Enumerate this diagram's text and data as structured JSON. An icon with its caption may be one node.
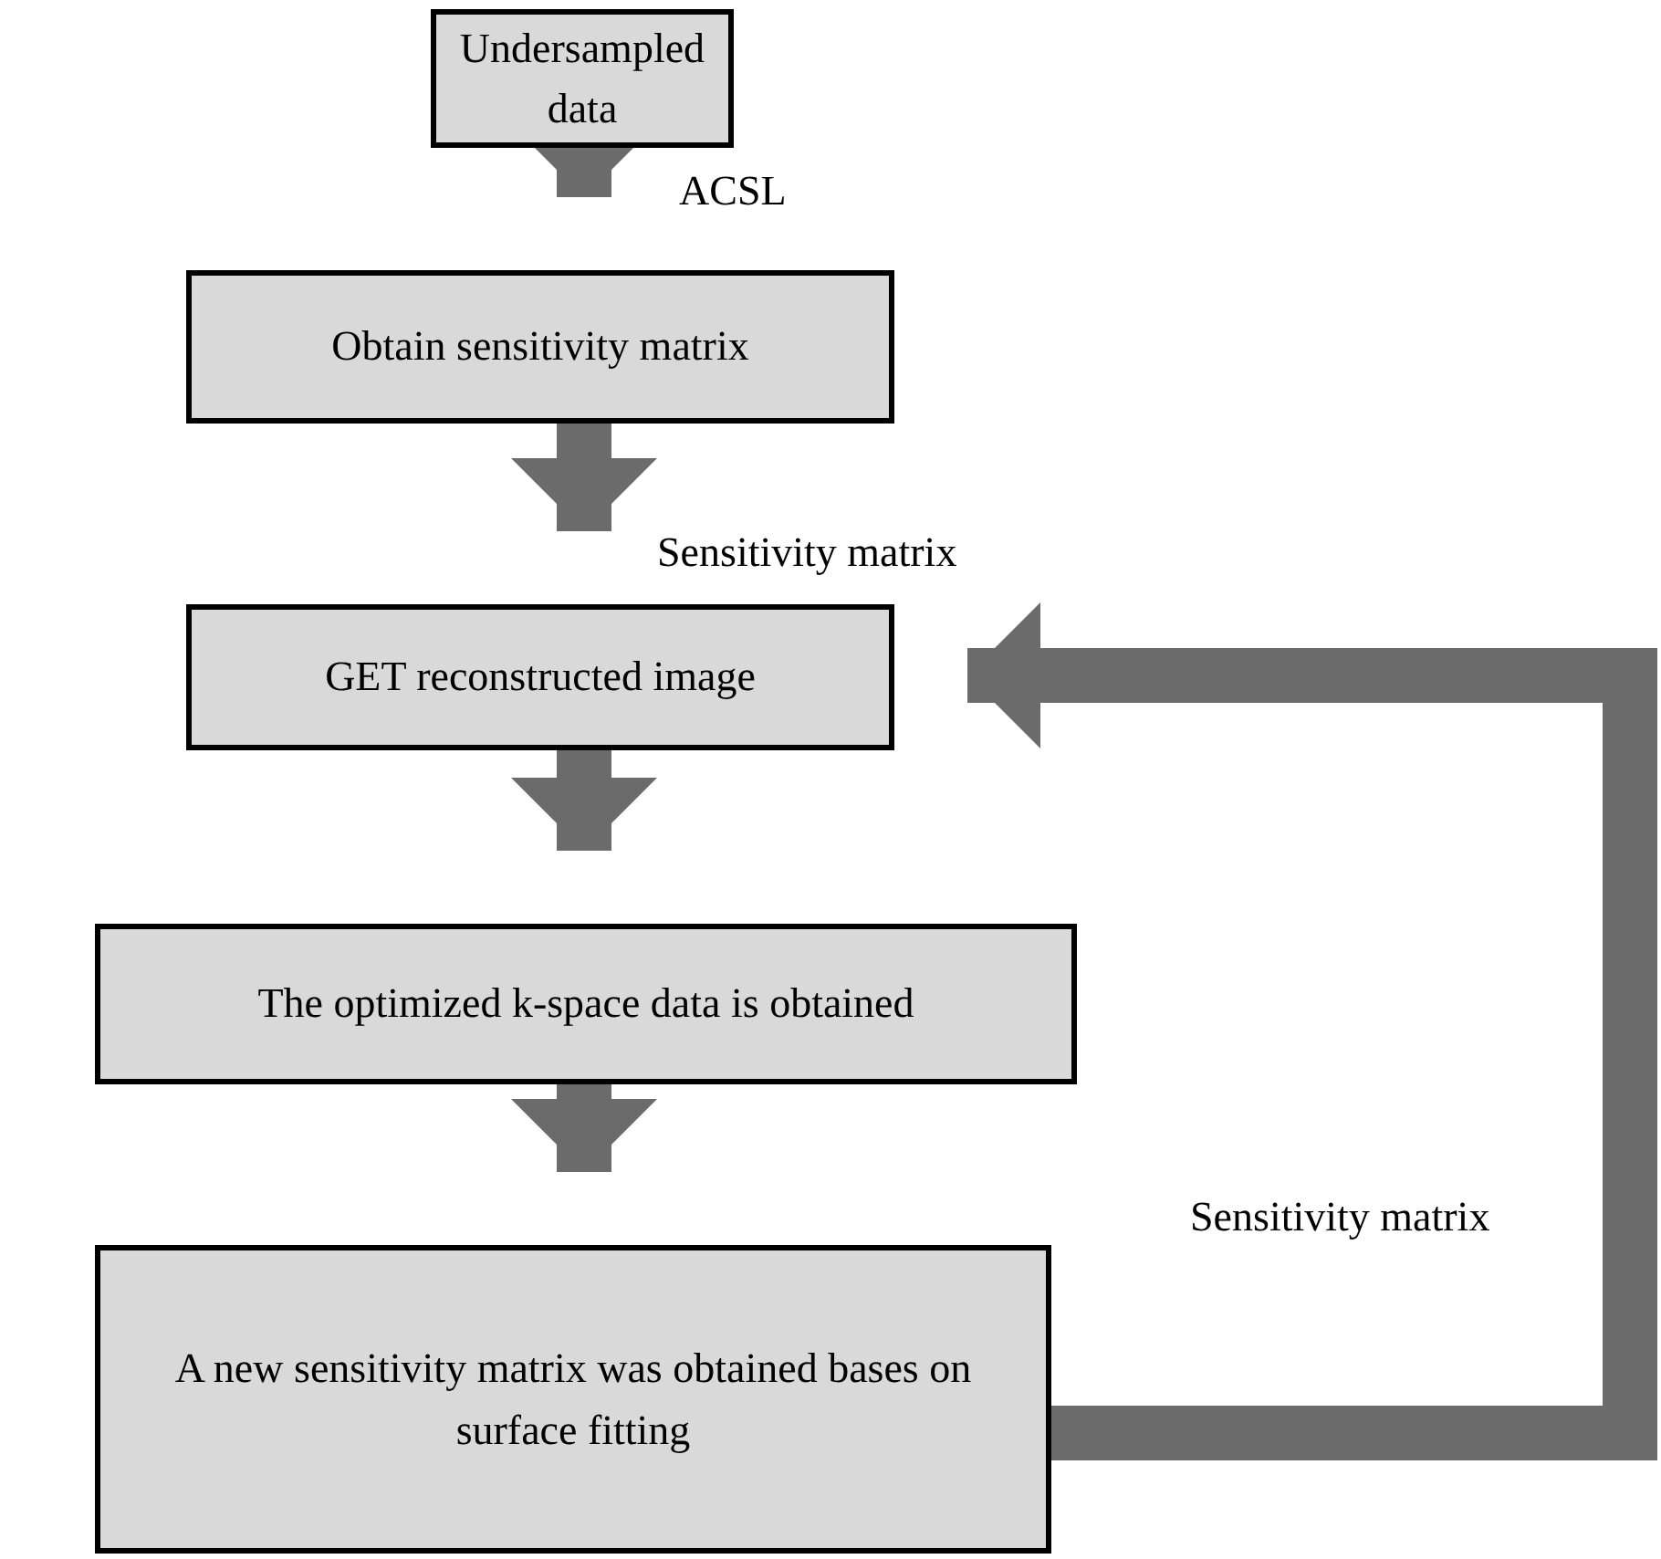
{
  "diagram": {
    "nodes": [
      {
        "text": [
          "Undersampled data"
        ]
      },
      {
        "text": [
          "Obtain sensitivity matrix"
        ]
      },
      {
        "text": [
          "GET reconstructed image"
        ]
      },
      {
        "text": [
          "The optimized k-space data is obtained"
        ]
      },
      {
        "text": [
          "A new sensitivity matrix was obtained bases on surface fitting"
        ]
      }
    ],
    "edges": [
      {
        "from": 0,
        "to": 1,
        "arrow": "to",
        "label": "ACSL"
      },
      {
        "from": 1,
        "to": 2,
        "arrow": "to",
        "label": "Sensitivity matrix"
      },
      {
        "from": 2,
        "to": 3,
        "arrow": "to"
      },
      {
        "from": 3,
        "to": 4,
        "arrow": "to"
      },
      {
        "from": 4,
        "to": 2,
        "arrow": "to",
        "label": "Sensitivity matrix"
      }
    ]
  }
}
